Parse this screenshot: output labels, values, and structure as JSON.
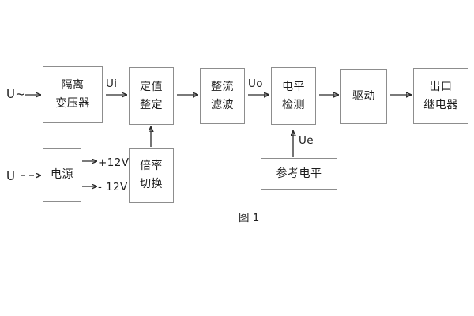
{
  "figure": {
    "caption": "图 1",
    "colors": {
      "box_border": "#8d8d8d",
      "wire": "#2a2a2a",
      "background": "#ffffff",
      "text": "#1d1d1d"
    }
  },
  "blocks": {
    "isolation_transformer": {
      "line1": "隔离",
      "line2": "变压器"
    },
    "setpoint_setting": {
      "line1": "定值",
      "line2": "整定"
    },
    "rectify_filter": {
      "line1": "整流",
      "line2": "滤波"
    },
    "level_detection": {
      "line1": "电平",
      "line2": "检测"
    },
    "drive": {
      "line1": "驱动"
    },
    "output_relay": {
      "line1": "出口",
      "line2": "继电器"
    },
    "power_supply": {
      "line1": "电源"
    },
    "multiplier_switch": {
      "line1": "倍率",
      "line2": "切换"
    },
    "reference_level": {
      "line1": "参考电平"
    }
  },
  "signals": {
    "input_ac": "U~",
    "input_dc": "U",
    "ui": "Ui",
    "uo": "Uo",
    "ue": "Ue",
    "rail_positive": "+12V",
    "rail_negative": "- 12V"
  }
}
